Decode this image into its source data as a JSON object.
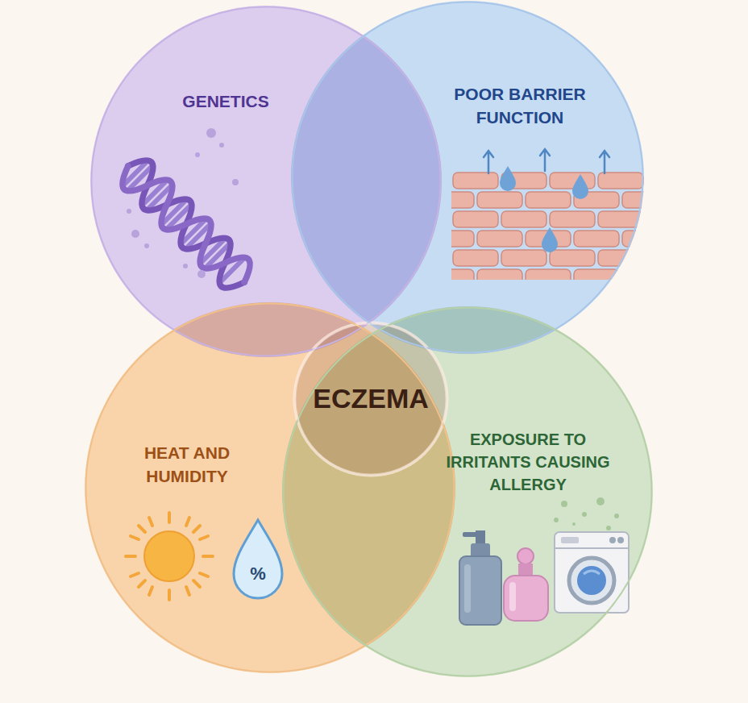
{
  "diagram": {
    "nodes": [
      {
        "text": [
          "GENETICS"
        ]
      },
      {
        "text": [
          "POOR BARRIER FUNCTION"
        ]
      },
      {
        "text": [
          "HEAT AND HUMIDITY"
        ]
      },
      {
        "text": [
          "EXPOSURE TO IRRITANTS CAUSING ALLERGY"
        ]
      },
      {
        "text": [
          "ECZEMA"
        ]
      }
    ],
    "labels": [
      "%"
    ]
  }
}
